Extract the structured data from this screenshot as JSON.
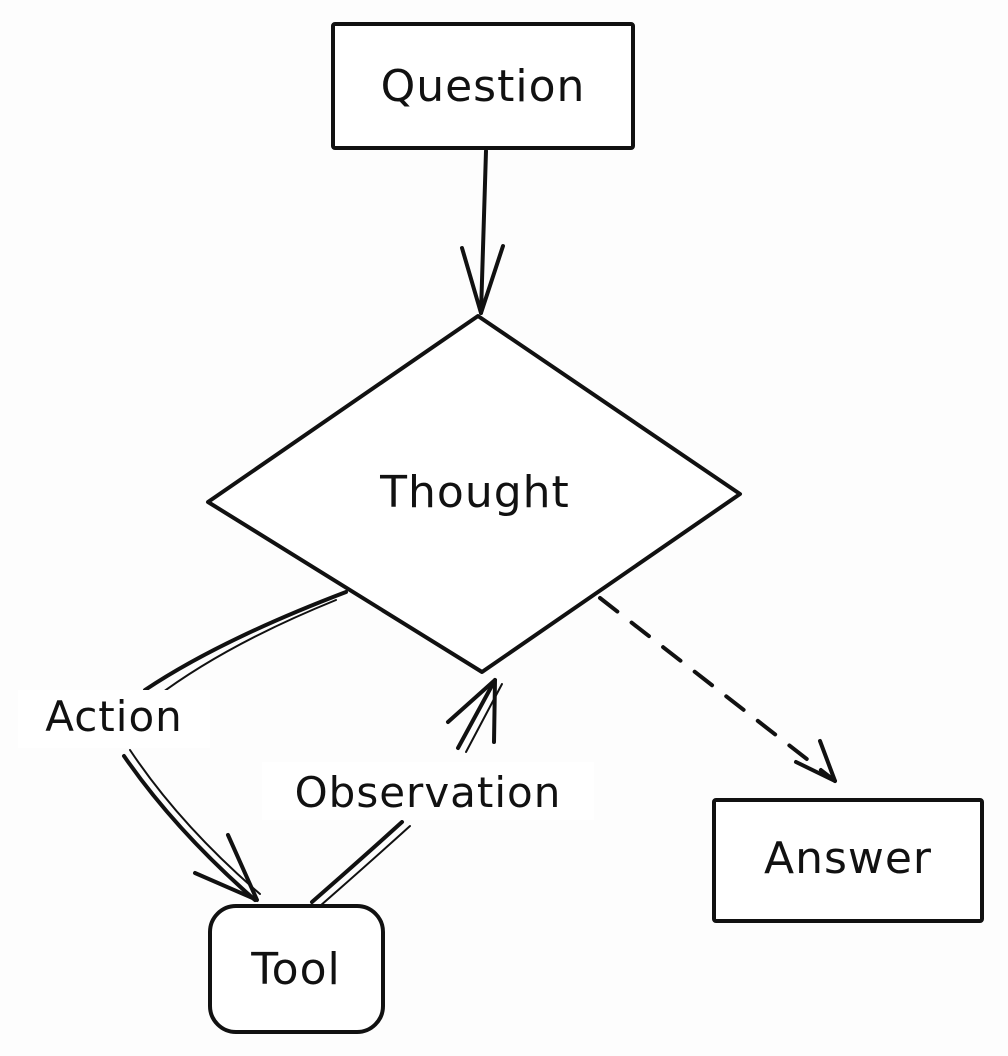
{
  "diagram": {
    "nodes": {
      "question": {
        "label": "Question"
      },
      "thought": {
        "label": "Thought"
      },
      "tool": {
        "label": "Tool"
      },
      "answer": {
        "label": "Answer"
      }
    },
    "edges": {
      "action": {
        "label": "Action"
      },
      "observation": {
        "label": "Observation"
      }
    }
  }
}
